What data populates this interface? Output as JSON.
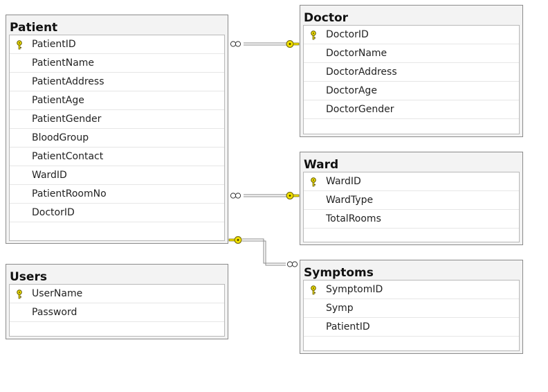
{
  "tables": {
    "patient": {
      "title": "Patient",
      "columns": [
        {
          "name": "PatientID",
          "pk": true
        },
        {
          "name": "PatientName",
          "pk": false
        },
        {
          "name": "PatientAddress",
          "pk": false
        },
        {
          "name": "PatientAge",
          "pk": false
        },
        {
          "name": "PatientGender",
          "pk": false
        },
        {
          "name": "BloodGroup",
          "pk": false
        },
        {
          "name": "PatientContact",
          "pk": false
        },
        {
          "name": "WardID",
          "pk": false
        },
        {
          "name": "PatientRoomNo",
          "pk": false
        },
        {
          "name": "DoctorID",
          "pk": false
        }
      ]
    },
    "doctor": {
      "title": "Doctor",
      "columns": [
        {
          "name": "DoctorID",
          "pk": true
        },
        {
          "name": "DoctorName",
          "pk": false
        },
        {
          "name": "DoctorAddress",
          "pk": false
        },
        {
          "name": "DoctorAge",
          "pk": false
        },
        {
          "name": "DoctorGender",
          "pk": false
        }
      ]
    },
    "ward": {
      "title": "Ward",
      "columns": [
        {
          "name": "WardID",
          "pk": true
        },
        {
          "name": "WardType",
          "pk": false
        },
        {
          "name": "TotalRooms",
          "pk": false
        }
      ]
    },
    "users": {
      "title": "Users",
      "columns": [
        {
          "name": "UserName",
          "pk": true
        },
        {
          "name": "Password",
          "pk": false
        }
      ]
    },
    "symptoms": {
      "title": "Symptoms",
      "columns": [
        {
          "name": "SymptomID",
          "pk": true
        },
        {
          "name": "Symp",
          "pk": false
        },
        {
          "name": "PatientID",
          "pk": false
        }
      ]
    }
  },
  "relationships": [
    {
      "from": "patient",
      "to": "doctor",
      "many_end": "patient",
      "one_end": "doctor"
    },
    {
      "from": "patient",
      "to": "ward",
      "many_end": "patient",
      "one_end": "ward"
    },
    {
      "from": "symptoms",
      "to": "patient",
      "many_end": "symptoms",
      "one_end": "patient"
    }
  ],
  "colors": {
    "key_icon": "#f1e000",
    "relationship_line": "#8a8a8a",
    "table_header": "#f3f3f3"
  },
  "icons": {
    "primary_key": "key-icon",
    "many_end": "infinity-icon"
  }
}
